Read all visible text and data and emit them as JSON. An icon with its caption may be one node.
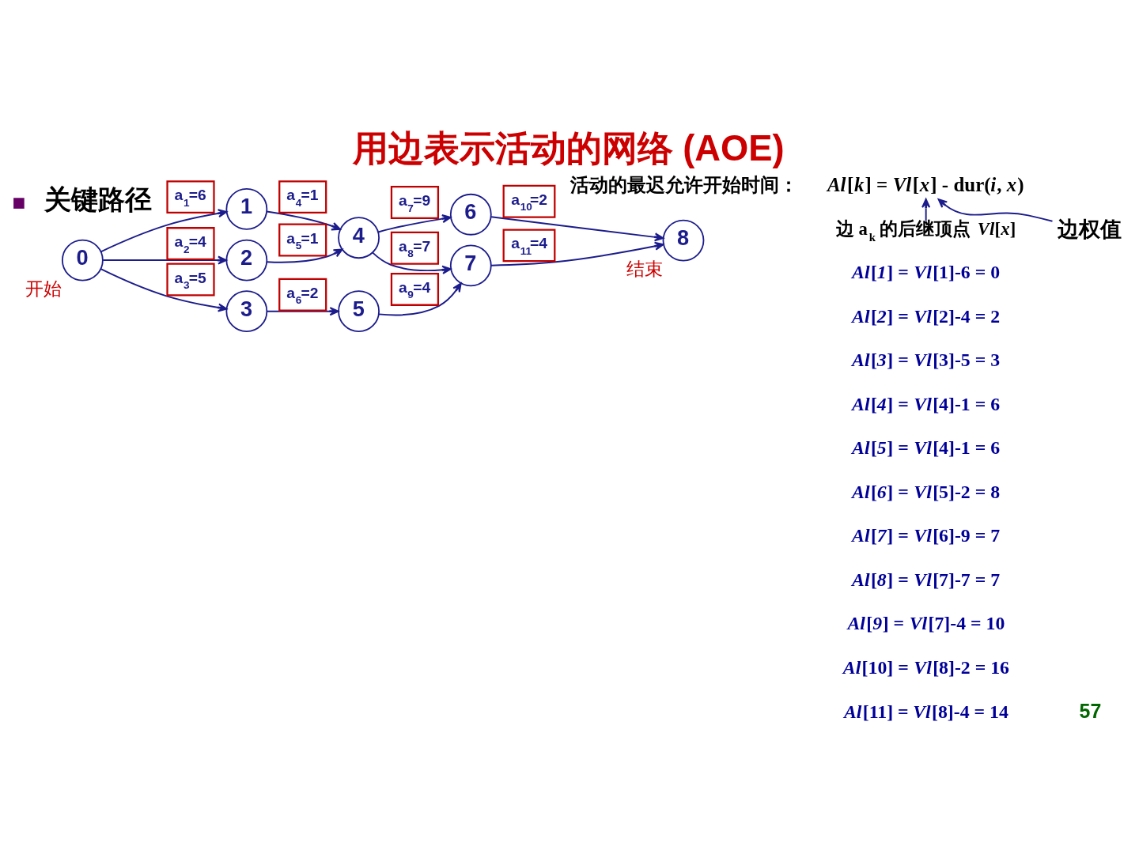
{
  "diagram": {
    "title": "用边表示活动的网络 (AOE)",
    "nodes": [
      {
        "text": [
          "*Al*[*k*] = *Vl*[*x*] - dur(*i*, *x*)"
        ]
      },
      {
        "text": [
          "边 a$_{k}$ 的后继顶点 *Vl*[*x*]"
        ]
      },
      {
        "text": [
          "边权值"
        ]
      },
      {
        "text": [
          "0"
        ],
        "beside": [
          "开始"
        ]
      },
      {
        "text": [
          "1"
        ]
      },
      {
        "text": [
          "2"
        ]
      },
      {
        "text": [
          "3"
        ]
      },
      {
        "text": [
          "4"
        ]
      },
      {
        "text": [
          "5"
        ]
      },
      {
        "text": [
          "6"
        ]
      },
      {
        "text": [
          "7"
        ]
      },
      {
        "text": [
          "8"
        ],
        "beside": [
          "结束"
        ]
      }
    ],
    "edges": [
      {
        "from": 3,
        "to": 4,
        "arrow": "to",
        "label": "a$_{1}$=6"
      },
      {
        "from": 3,
        "to": 5,
        "arrow": "to",
        "label": "a$_{2}$=4"
      },
      {
        "from": 3,
        "to": 6,
        "arrow": "to",
        "label": "a$_{3}$=5"
      },
      {
        "from": 4,
        "to": 7,
        "arrow": "to",
        "label": "a$_{4}$=1"
      },
      {
        "from": 5,
        "to": 7,
        "arrow": "to",
        "label": "a$_{5}$=1"
      },
      {
        "from": 6,
        "to": 8,
        "arrow": "to",
        "label": "a$_{6}$=2"
      },
      {
        "from": 7,
        "to": 9,
        "arrow": "to",
        "label": "a$_{7}$=9"
      },
      {
        "from": 7,
        "to": 10,
        "arrow": "to",
        "label": "a$_{8}$=7"
      },
      {
        "from": 8,
        "to": 10,
        "arrow": "to",
        "label": "a$_{9}$=4"
      },
      {
        "from": 9,
        "to": 11,
        "arrow": "to",
        "label": "a$_{10}$=2"
      },
      {
        "from": 10,
        "to": 11,
        "arrow": "to",
        "label": "a$_{11}$=4"
      },
      {
        "from": 1,
        "to": 0,
        "arrow": "to"
      },
      {
        "from": 2,
        "to": 0,
        "arrow": "to"
      }
    ],
    "labels": [
      "关键路径",
      "活动的最迟允许开始时间：",
      "*Al*[*1*] = *Vl*[1]-6 = 0",
      "*Al*[*2*] = *Vl*[2]-4 = 2",
      "*Al*[*3*] = *Vl*[3]-5 = 3",
      "*Al*[*4*] = *Vl*[4]-1 = 6",
      "*Al*[*5*] = *Vl*[4]-1 = 6",
      "*Al*[*6*] = *Vl*[5]-2 = 8",
      "*Al*[*7*] = *Vl*[6]-9 = 7",
      "*Al*[*8*] = *Vl*[7]-7 = 7",
      "*Al*[*9*] = *Vl*[7]-4 = 10",
      "*Al*[10] = *Vl*[8]-2 = 16",
      "*Al*[11] = *Vl*[8]-4 = 14",
      "57"
    ]
  }
}
